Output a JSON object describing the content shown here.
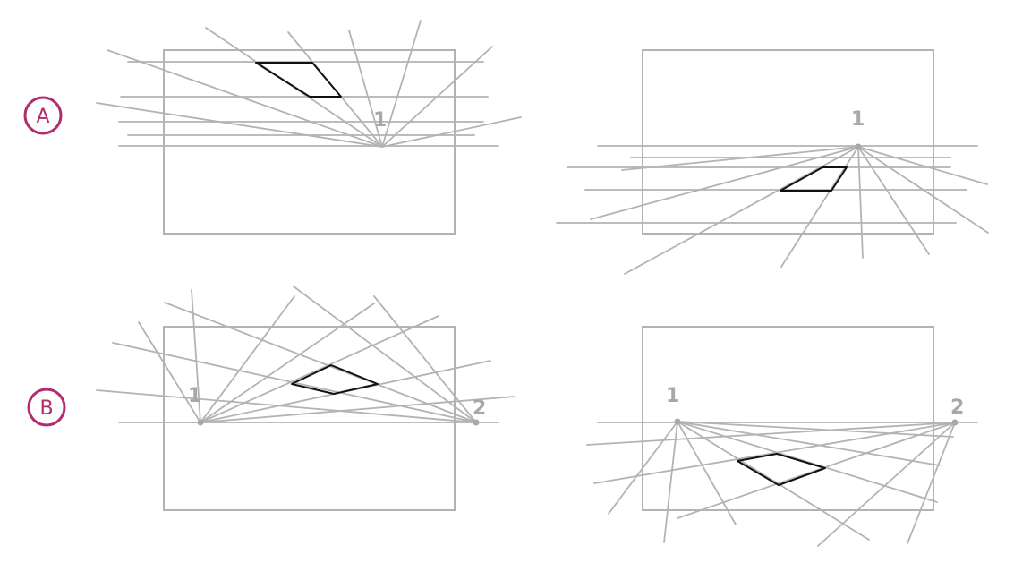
{
  "sections": [
    {
      "letter": "A",
      "color": "#b12d6e"
    },
    {
      "letter": "B",
      "color": "#b12d6e"
    }
  ],
  "vanishing_points": {
    "panel_a_left": [
      "1"
    ],
    "panel_a_right": [
      "1"
    ],
    "panel_b_left": [
      "1",
      "2"
    ],
    "panel_b_right": [
      "1",
      "2"
    ]
  },
  "colors": {
    "guide": "#b3b3b3",
    "shape": "#111111",
    "accent": "#b12d6e"
  }
}
